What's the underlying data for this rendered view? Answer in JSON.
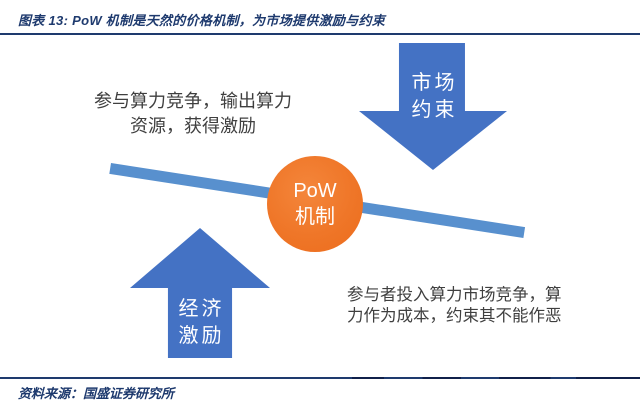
{
  "header": {
    "title": "图表 13: PoW 机制是天然的价格机制，为市场提供激励与约束"
  },
  "diagram": {
    "pow_node": {
      "line1": "PoW",
      "line2": "机制"
    },
    "market_constraint_arrow": {
      "line1": "市场",
      "line2": "约束",
      "direction": "down"
    },
    "economic_incentive_arrow": {
      "line1": "经济",
      "line2": "激励",
      "direction": "up"
    },
    "left_note": {
      "line1": "参与算力竞争，输出算力",
      "line2": "资源，获得激励"
    },
    "right_note": {
      "line1": "参与者投入算力市场竞争，算",
      "line2": "力作为成本，约束其不能作恶"
    },
    "colors": {
      "arrow_blue": "#4472C4",
      "beam_blue": "#5890CE",
      "node_orange": "#ED6F20",
      "node_orange_light": "#F4863B",
      "heading_navy": "#1E3A6E",
      "body_text": "#3F3F3F"
    }
  },
  "footer": {
    "source": "资料来源：国盛证券研究所"
  }
}
